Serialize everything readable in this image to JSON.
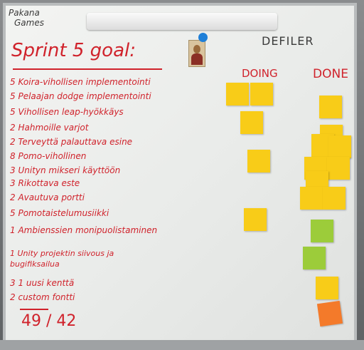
{
  "board": {
    "team": [
      "Pakana",
      "Games"
    ],
    "sprint_title": "Sprint 5 goal:",
    "col_defiler": "DEFILER",
    "col_doing": "DOING",
    "col_done": "DONE",
    "total": "49 / 42"
  },
  "goals": [
    {
      "points": "5",
      "text": "Koira-vihollisen implementointi"
    },
    {
      "points": "5",
      "text": "Pelaajan dodge implementointi"
    },
    {
      "points": "5",
      "text": "Vihollisen leap-hyökkäys"
    },
    {
      "points": "2",
      "text": "Hahmoille varjot"
    },
    {
      "points": "2",
      "text": "Terveyttä palauttava esine"
    },
    {
      "points": "8",
      "text": "Pomo-vihollinen"
    },
    {
      "points": "3",
      "text": "Unityn mikseri käyttöön"
    },
    {
      "points": "3",
      "text": "Rikottava este"
    },
    {
      "points": "2",
      "text": "Avautuva portti"
    },
    {
      "points": "5",
      "text": "Pomotaistelumusiikki"
    },
    {
      "points": "1",
      "text": "Ambienssien monipuolistaminen"
    },
    {
      "points": "1",
      "text": "Unity projektin siivous ja bugifiksailua"
    },
    {
      "points": "3",
      "text": "1 uusi kenttä"
    },
    {
      "points": "2",
      "text": "custom fontti"
    }
  ],
  "colors": {
    "marker_red": "#d0222b",
    "note_yellow": "#f8cc18",
    "note_green": "#9ccc3a",
    "note_orange": "#f47a2a",
    "magnet_blue": "#1e7fd8"
  }
}
